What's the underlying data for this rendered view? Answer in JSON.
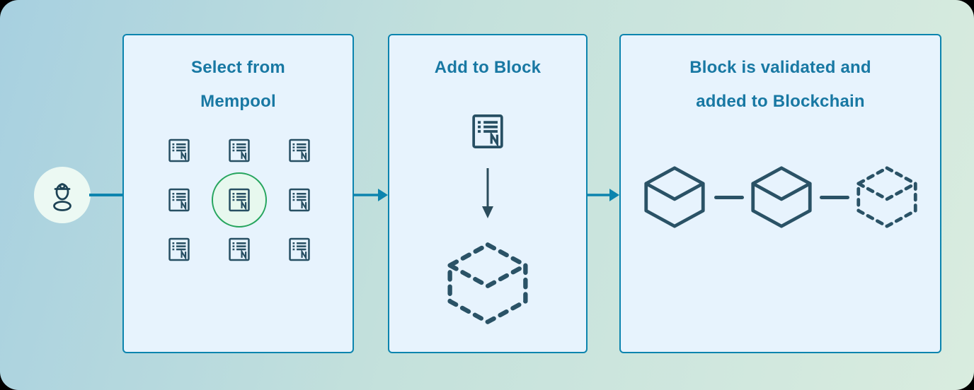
{
  "page": {
    "background_gradient": [
      "#a7d0e0",
      "#c4e1dc",
      "#d9ecdf"
    ],
    "description_icons": {
      "actor": "miner-icon",
      "transaction": "transaction-note-icon",
      "block_solid": "block-cube-icon",
      "block_pending": "dashed-block-cube-icon",
      "flow": "arrow-right-icon",
      "drop": "arrow-down-icon"
    }
  },
  "colors": {
    "accent": "#0c84ae",
    "title_text": "#1878a3",
    "panel_bg": "#e7f3fd",
    "panel_border": "#0c84ae",
    "icon_stroke": "#274f63",
    "cube_stroke": "#2a5266",
    "selected_ring": "#26a55e",
    "selected_fill": "#e7f8ee",
    "miner_badge_bg": "#ecf9f3"
  },
  "flow": {
    "step1": {
      "title_line1": "Select from",
      "title_line2": "Mempool",
      "transaction_count": 9,
      "selected_index": 4
    },
    "step2": {
      "title": "Add to Block"
    },
    "step3": {
      "title_line1": "Block is validated and",
      "title_line2": "added to Blockchain",
      "blocks": [
        "solid",
        "solid",
        "dashed"
      ]
    }
  }
}
